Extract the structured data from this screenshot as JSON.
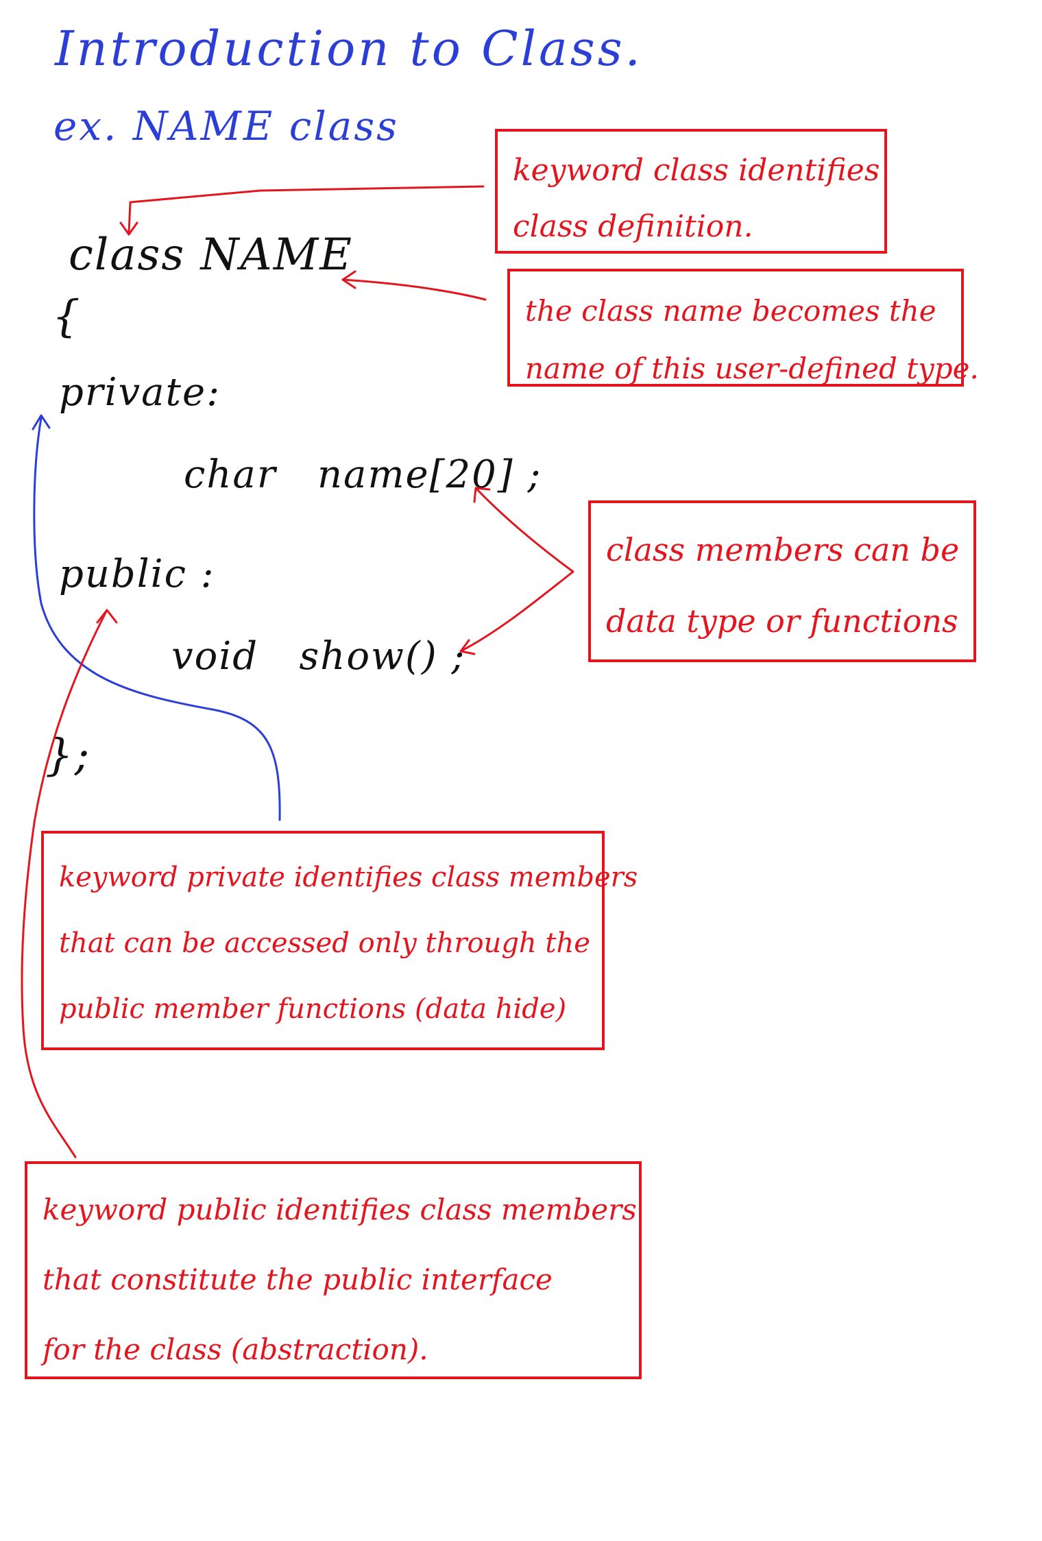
{
  "header": {
    "title": "Introduction to Class.",
    "subtitle": "ex. NAME class"
  },
  "code": {
    "class_line": "class NAME",
    "open_brace": "{",
    "private_label": "private:",
    "member_var": "char   name[20] ;",
    "public_label": "public :",
    "member_func": "void   show() ;",
    "close_brace": "};"
  },
  "notes": {
    "class_keyword": [
      "keyword class identifies",
      "class definition."
    ],
    "class_name": [
      "the class name becomes the",
      "name of this user-defined type."
    ],
    "members": [
      "class members can be",
      "data type or functions"
    ],
    "private": [
      "keyword private identifies class members",
      "that can be accessed only through the",
      "public member functions (data hide)"
    ],
    "public": [
      "keyword public identifies class members",
      "that constitute the public interface",
      "for the class (abstraction)."
    ]
  },
  "colors": {
    "heading_blue": "#2b3fd6",
    "annotation_red": "#e3161f",
    "code_black": "#111111"
  }
}
